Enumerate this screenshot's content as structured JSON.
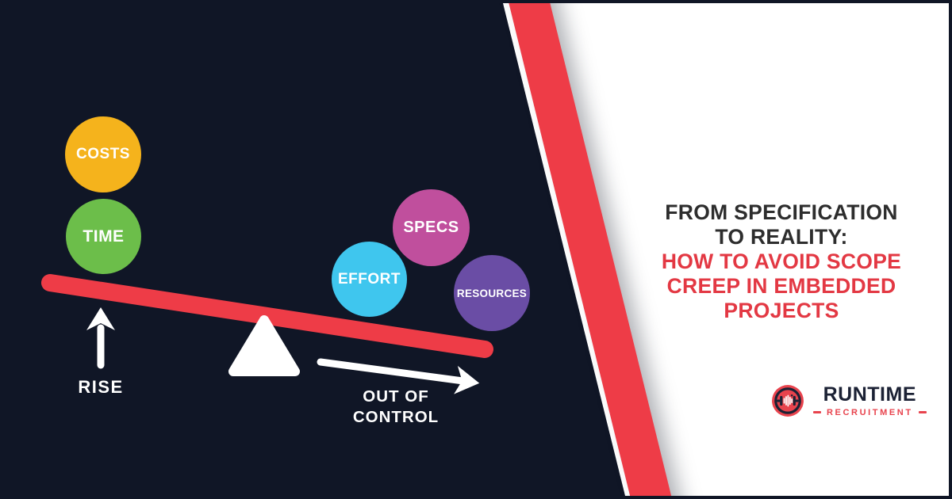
{
  "colors": {
    "background_dark": "#101626",
    "accent_red": "#ee3c47",
    "panel_white": "#ffffff",
    "headline_dark": "#2d2d2d",
    "headline_red": "#e33843",
    "logo_navy": "#1b2134",
    "logo_red": "#e8434d"
  },
  "diagram": {
    "balls": [
      {
        "label": "COSTS",
        "color": "#f5b31c"
      },
      {
        "label": "TIME",
        "color": "#6cbe4a"
      },
      {
        "label": "EFFORT",
        "color": "#3fc6ee"
      },
      {
        "label": "SPECS",
        "color": "#c04f9d"
      },
      {
        "label": "RESOURCES",
        "color": "#6a4da5"
      }
    ],
    "rise_label": "RISE",
    "out_of_control_line1": "OUT OF",
    "out_of_control_line2": "CONTROL"
  },
  "headline": {
    "dark_line1": "FROM SPECIFICATION",
    "dark_line2": "TO REALITY:",
    "red_line1": "HOW TO AVOID SCOPE",
    "red_line2": "CREEP IN EMBEDDED",
    "red_line3": "PROJECTS"
  },
  "logo": {
    "name": "RUNTIME",
    "subtitle": "RECRUITMENT"
  }
}
